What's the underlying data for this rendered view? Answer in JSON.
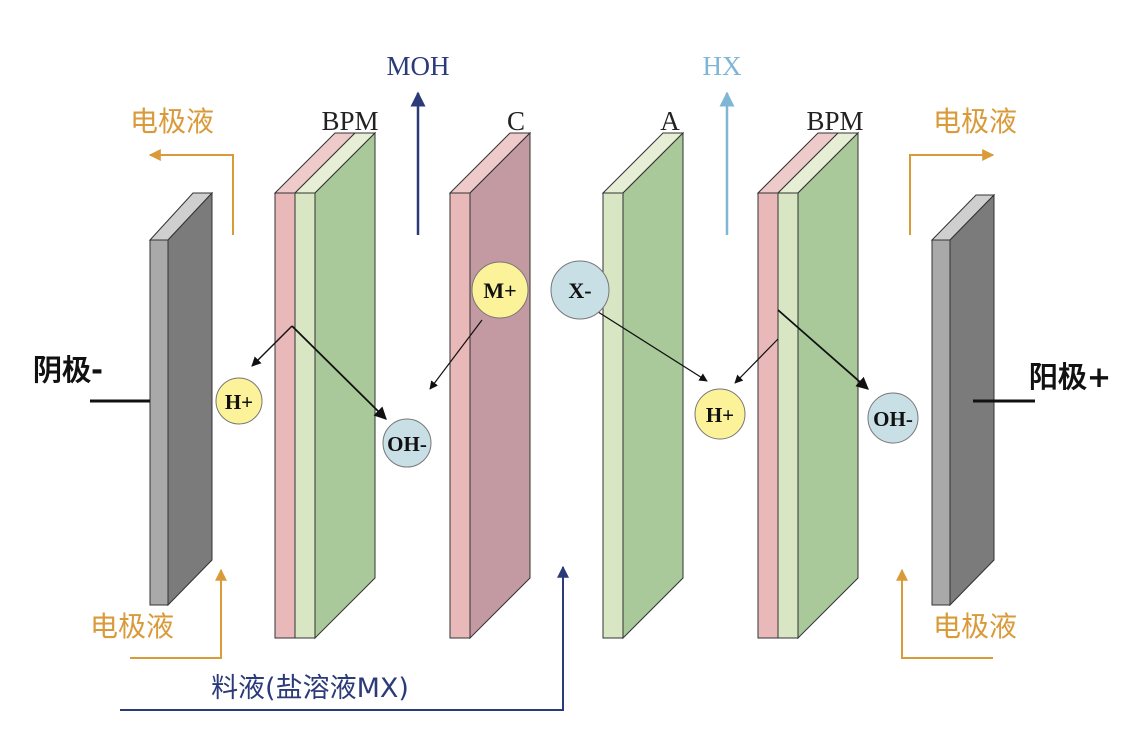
{
  "labels": {
    "moh": "MOH",
    "hx": "HX",
    "bpm_left": "BPM",
    "cation_membrane": "C",
    "anion_membrane": "A",
    "bpm_right": "BPM",
    "cathode": "阴极-",
    "anode": "阳极+",
    "electrolyte_out_left": "电极液",
    "electrolyte_in_left": "电极液",
    "electrolyte_out_right": "电极液",
    "electrolyte_in_right": "电极液",
    "feed": "料液(盐溶液MX)"
  },
  "ions": {
    "h_left": "H+",
    "oh_left": "OH-",
    "m_plus": "M+",
    "x_minus": "X-",
    "h_right": "H+",
    "oh_right": "OH-"
  },
  "colors": {
    "orange": "#d99a3a",
    "navy": "#2b3a78",
    "light_blue": "#7fb6d6",
    "electrode_front": "#a9a9a9",
    "electrode_side": "#7b7b7b",
    "pink": "#e9b8b8",
    "pale_green": "#d8e6c4",
    "green": "#a9c99a",
    "mauve": "#c39aa2",
    "yellow_ion": "#fbf29a",
    "blue_ion": "#c9dfe6"
  }
}
